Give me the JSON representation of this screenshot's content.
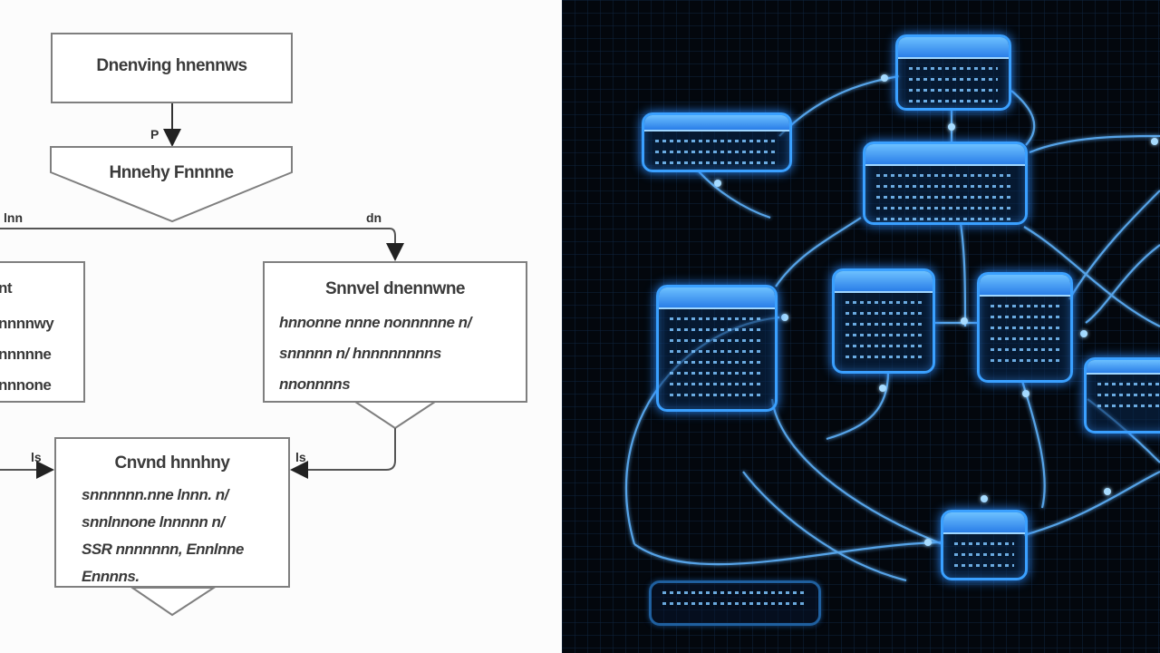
{
  "left_flowchart": {
    "box1": {
      "title": "Dnenving hnennws"
    },
    "box2": {
      "title": "Hnnehy Fnnnne"
    },
    "box3": {
      "title": "Snnvel dnennwne",
      "lines": [
        "hnnonne nnne nonnnnne n/",
        "snnnnn n/ hnnnnnnnns",
        "nnonnnns"
      ]
    },
    "box4": {
      "title": "nt",
      "lines": [
        "nnnnwy",
        "nnnnne",
        "nnnone"
      ]
    },
    "box5": {
      "title": "Cnvnd hnnhny",
      "lines": [
        "snnnnnn.nne lnnn. n/",
        "snnlnnone lnnnnn n/",
        "SSR nnnnnnn, Ennlnne",
        "Ennnns."
      ]
    },
    "arrow_labels": {
      "a1": "P",
      "a2": "lnn",
      "a3": "dn",
      "a4": "ls",
      "a5": "ls"
    }
  },
  "network_diagram": {
    "node_count": 9,
    "accent_color": "#3aa0ff",
    "background_color": "#03070d"
  }
}
